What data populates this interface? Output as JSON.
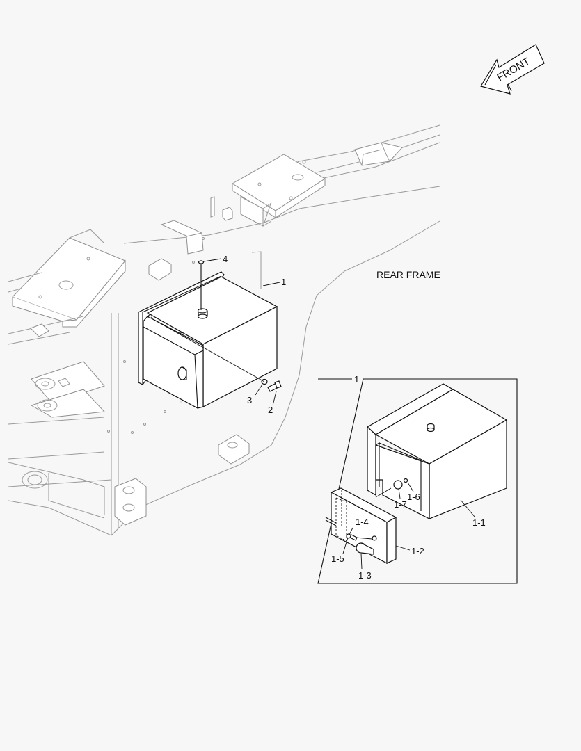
{
  "front_arrow": {
    "label": "FRONT"
  },
  "frame_label": "REAR FRAME",
  "callouts": {
    "assembly": "1",
    "bolt": "2",
    "washer": "3",
    "plug": "4",
    "detail_title": "1",
    "box": "1-1",
    "cover": "1-2",
    "lock": "1-3",
    "screw": "1-4",
    "spring_washer": "1-5",
    "pin": "1-6",
    "rubber": "1-7"
  }
}
